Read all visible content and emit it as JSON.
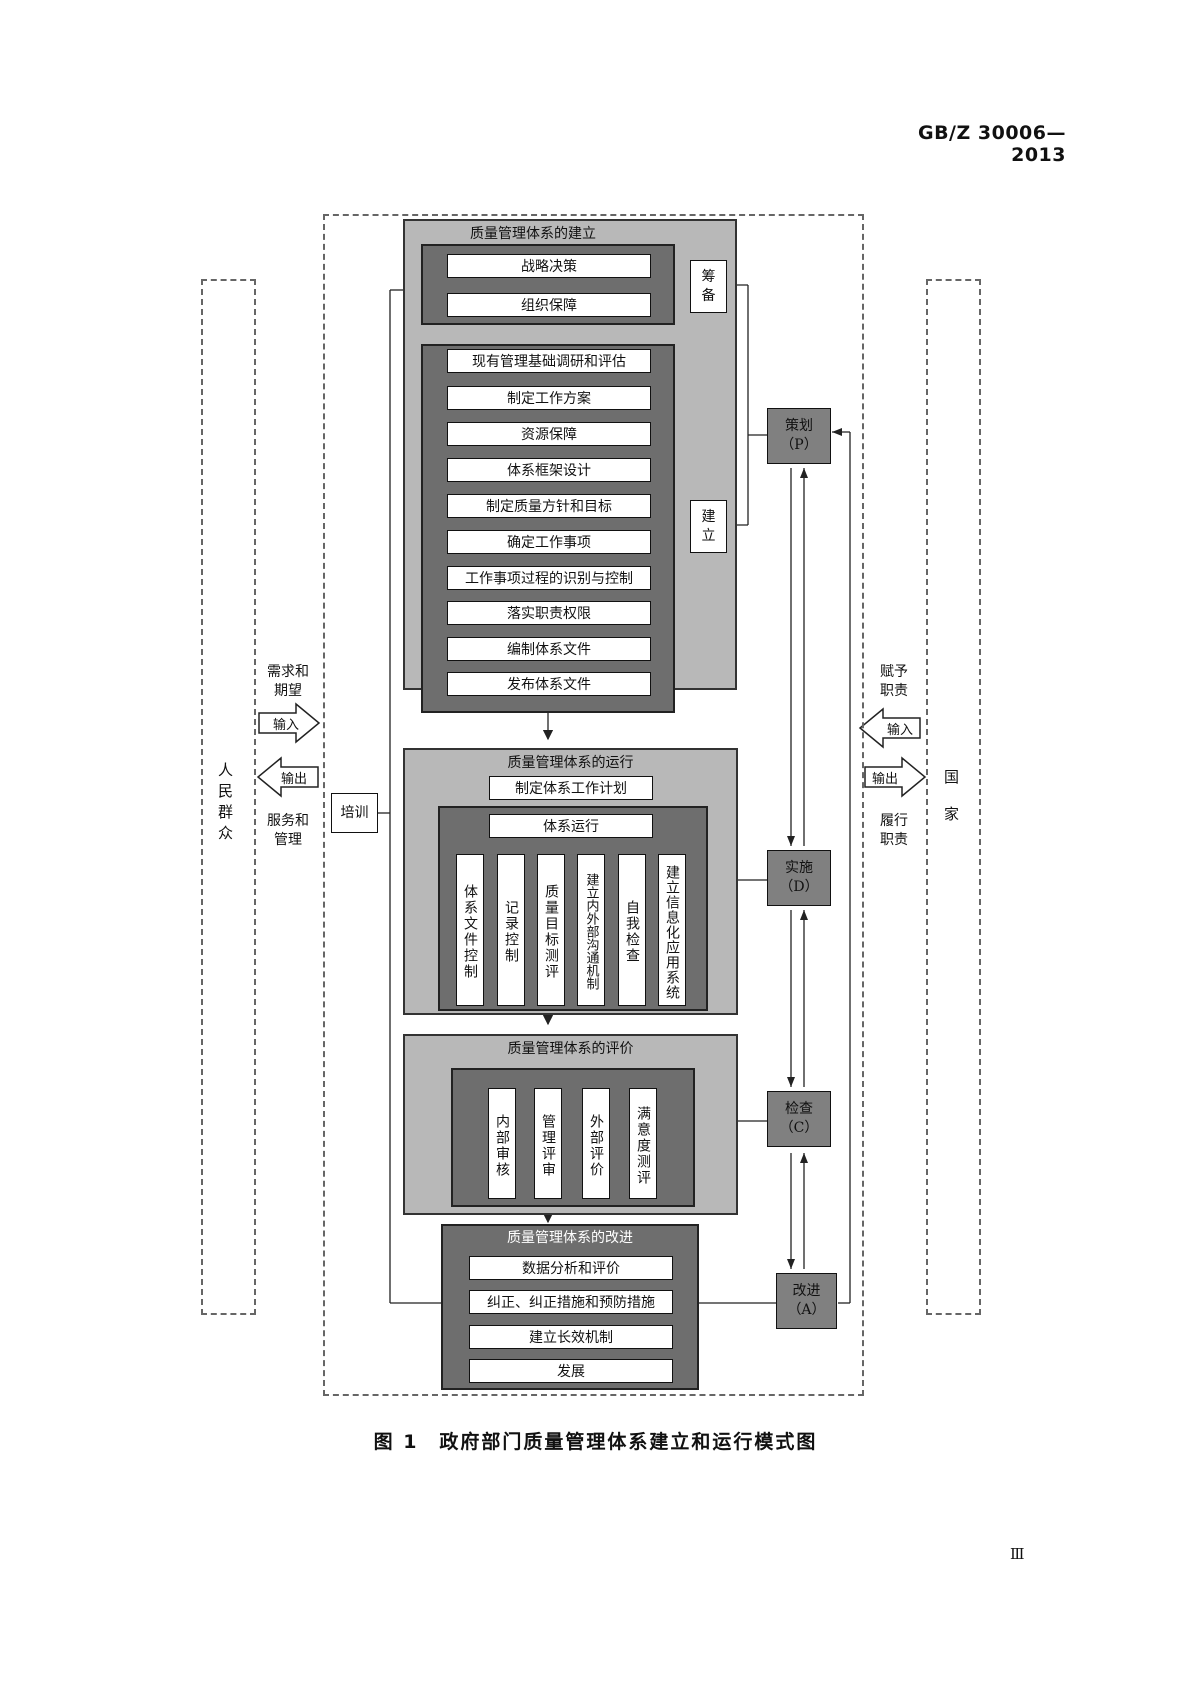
{
  "header": {
    "standard_number": "GB/Z 30006—2013"
  },
  "left_side": {
    "entity": "人民群众",
    "demand_label_1": "需求和",
    "demand_label_2": "期望",
    "input_arrow": "输入",
    "output_arrow": "输出",
    "service_label_1": "服务和",
    "service_label_2": "管理"
  },
  "right_side": {
    "entity": "国家",
    "duty_label_1": "赋予",
    "duty_label_2": "职责",
    "input_arrow": "输入",
    "output_arrow": "输出",
    "perform_label_1": "履行",
    "perform_label_2": "职责"
  },
  "training": "培训",
  "establish": {
    "title": "质量管理体系的建立",
    "prep_items": [
      "战略决策",
      "组织保障"
    ],
    "prep_side_1": "筹",
    "prep_side_2": "备",
    "build_items": [
      "现有管理基础调研和评估",
      "制定工作方案",
      "资源保障",
      "体系框架设计",
      "制定质量方针和目标",
      "确定工作事项",
      "工作事项过程的识别与控制",
      "落实职责权限",
      "编制体系文件",
      "发布体系文件"
    ],
    "build_side_1": "建",
    "build_side_2": "立"
  },
  "operation": {
    "title": "质量管理体系的运行",
    "plan": "制定体系工作计划",
    "run": "体系运行",
    "items": [
      "体系文件控制",
      "记录控制",
      "质量目标测评",
      "建立内外部沟通机制",
      "自我检查",
      "建立信息化应用系统"
    ]
  },
  "evaluation": {
    "title": "质量管理体系的评价",
    "items": [
      "内部审核",
      "管理评审",
      "外部评价",
      "满意度测评"
    ]
  },
  "improvement": {
    "title": "质量管理体系的改进",
    "items": [
      "数据分析和评价",
      "纠正、纠正措施和预防措施",
      "建立长效机制",
      "发展"
    ]
  },
  "pdca": {
    "plan": {
      "name": "策划",
      "code": "（P）"
    },
    "do": {
      "name": "实施",
      "code": "（D）"
    },
    "check": {
      "name": "检查",
      "code": "（C）"
    },
    "act": {
      "name": "改进",
      "code": "（A）"
    }
  },
  "caption": "图 1　政府部门质量管理体系建立和运行模式图",
  "page_number": "Ⅲ"
}
